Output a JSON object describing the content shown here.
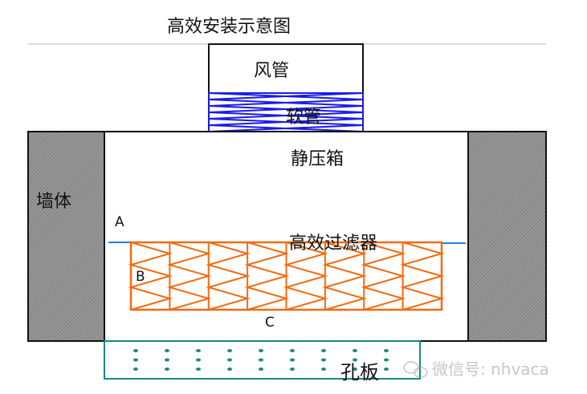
{
  "title": "高效安装示意图",
  "labels": {
    "duct": "风管",
    "flex_duct": "软管",
    "plenum": "静压箱",
    "wall": "墙体",
    "hepa_filter": "高效过滤器",
    "orifice_plate": "孔板",
    "point_a": "A",
    "point_b": "B",
    "point_c": "C"
  },
  "watermark": "微信号: nhvaca",
  "colors": {
    "flex_duct": "#1a1ae6",
    "filter": "#f26b10",
    "seal_line": "#2a7fe0",
    "orifice_plate": "#1a8a80",
    "wall": "#8a8a8a"
  },
  "filter_cells": 8,
  "orifice_hole_columns": 9,
  "orifice_hole_rows": 3
}
